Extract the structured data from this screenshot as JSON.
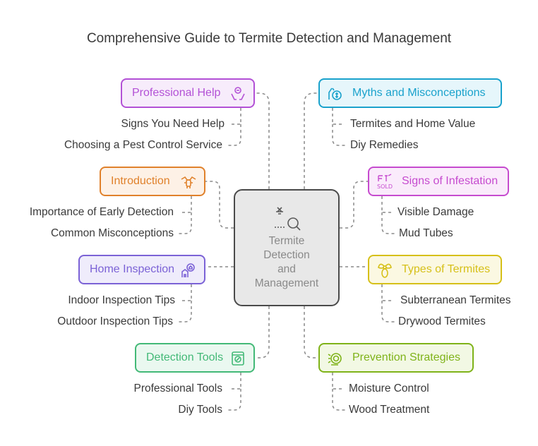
{
  "title": "Comprehensive Guide to Termite Detection and Management",
  "center": {
    "lines": [
      "Termite",
      "Detection",
      "and",
      "Management"
    ]
  },
  "colors": {
    "purple": "#b351d6",
    "orange": "#e0812b",
    "indigo": "#7b62d6",
    "green": "#43b977",
    "cyan": "#1aa2cc",
    "magenta": "#c64bcf",
    "yellow": "#d6c019",
    "lime": "#7fb319"
  },
  "nodes": [
    {
      "label": "Professional Help",
      "icon": "praying-hands-icon",
      "color": "purple",
      "subs": [
        "Signs You Need Help",
        "Choosing a Pest Control Service"
      ]
    },
    {
      "label": "Introduction",
      "icon": "termite-icon",
      "color": "orange",
      "subs": [
        "Importance of Early Detection",
        "Common Misconceptions"
      ]
    },
    {
      "label": "Home Inspection",
      "icon": "house-inspection-icon",
      "color": "indigo",
      "subs": [
        "Indoor Inspection Tips",
        "Outdoor Inspection Tips"
      ]
    },
    {
      "label": "Detection Tools",
      "icon": "tool-box-icon",
      "color": "green",
      "subs": [
        "Professional Tools",
        "Diy Tools"
      ]
    },
    {
      "label": "Myths and Misconceptions",
      "icon": "dollar-hands-icon",
      "color": "cyan",
      "subs": [
        "Termites and Home Value",
        "Diy Remedies"
      ]
    },
    {
      "label": "Signs of Infestation",
      "icon": "sold-sign-icon",
      "color": "magenta",
      "subs": [
        "Visible Damage",
        "Mud Tubes"
      ]
    },
    {
      "label": "Types of Termites",
      "icon": "insect-icon",
      "color": "yellow",
      "subs": [
        "Subterranean Termites",
        "Drywood Termites"
      ]
    },
    {
      "label": "Prevention Strategies",
      "icon": "wood-shield-icon",
      "color": "lime",
      "subs": [
        "Moisture Control",
        "Wood Treatment"
      ]
    }
  ]
}
